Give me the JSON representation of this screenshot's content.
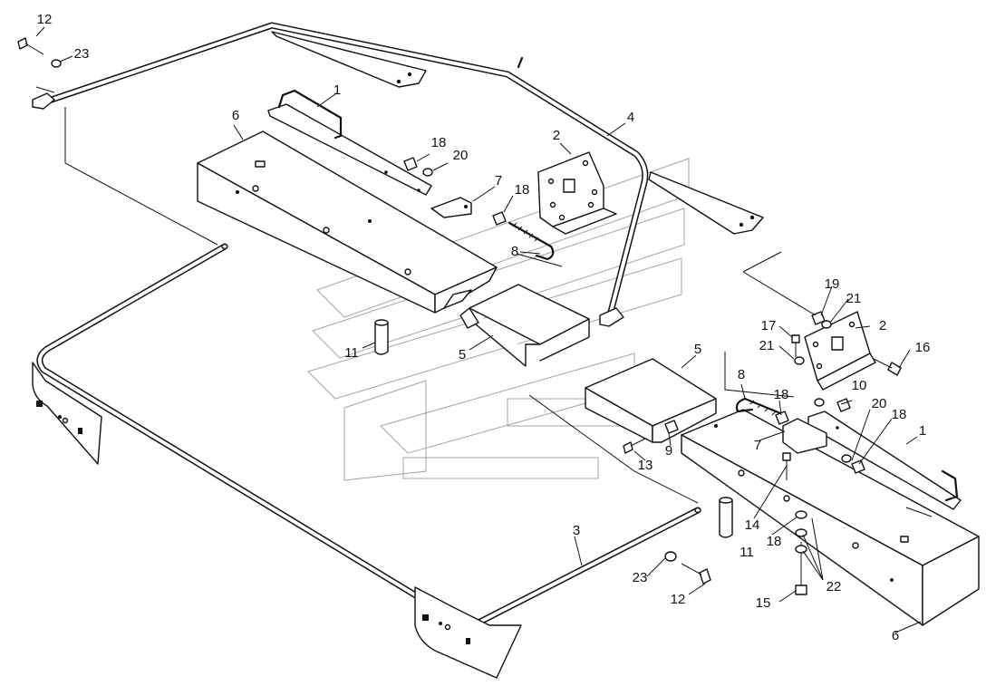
{
  "callouts": {
    "c1a": "1",
    "c1b": "1",
    "c2a": "2",
    "c2b": "2",
    "c3": "3",
    "c4": "4",
    "c5a": "5",
    "c5b": "5",
    "c6a": "6",
    "c6b": "6",
    "c7a": "7",
    "c7b": "7",
    "c8a": "8",
    "c8b": "8",
    "c9": "9",
    "c10": "10",
    "c11a": "11",
    "c11b": "11",
    "c12a": "12",
    "c12b": "12",
    "c13": "13",
    "c14": "14",
    "c15": "15",
    "c16": "16",
    "c17": "17",
    "c18a": "18",
    "c18b": "18",
    "c18c": "18",
    "c18d": "18",
    "c19": "19",
    "c20a": "20",
    "c20b": "20",
    "c21a": "21",
    "c21b": "21",
    "c22": "22",
    "c23a": "23",
    "c23b": "23"
  },
  "colors": {
    "line": "#111111",
    "watermark": "#9a9a9a",
    "background": "#ffffff"
  }
}
